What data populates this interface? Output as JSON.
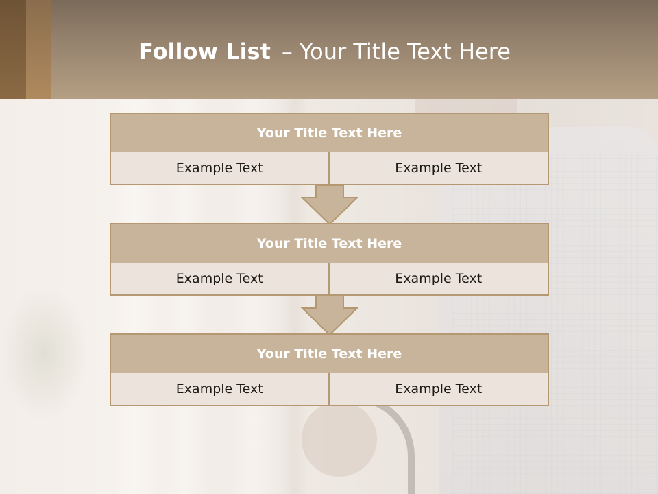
{
  "header": {
    "title_bold": "Follow List",
    "title_dash": "–",
    "title_rest": "Your Title Text Here"
  },
  "colors": {
    "block_title_fill": "#c8b49b",
    "block_border": "#b39871",
    "cell_fill": "#ece3dc"
  },
  "blocks": [
    {
      "title": "Your Title Text Here",
      "cells": [
        "Example Text",
        "Example Text"
      ]
    },
    {
      "title": "Your Title Text Here",
      "cells": [
        "Example Text",
        "Example Text"
      ]
    },
    {
      "title": "Your Title Text Here",
      "cells": [
        "Example Text",
        "Example Text"
      ]
    }
  ]
}
